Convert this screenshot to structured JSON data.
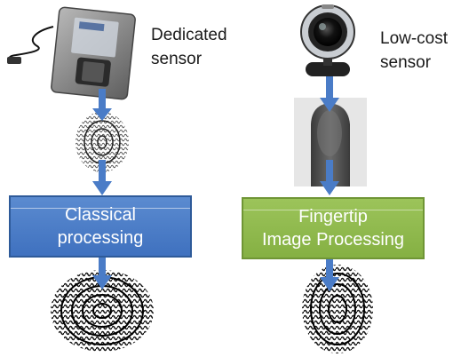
{
  "left_column": {
    "sensor_label_line1": "Dedicated",
    "sensor_label_line2": "sensor",
    "process_line1": "Classical",
    "process_line2": "processing",
    "sensor_icon": "fingerprint-scanner-device",
    "box_color": "#4a7cc7"
  },
  "right_column": {
    "sensor_label_line1": "Low-cost",
    "sensor_label_line2": "sensor",
    "process_line1": "Fingertip",
    "process_line2": "Image Processing",
    "sensor_icon": "webcam",
    "box_color": "#8fbb4c"
  },
  "arrow_color": "#4a7cc7"
}
